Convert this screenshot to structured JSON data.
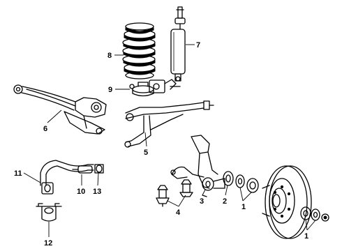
{
  "callouts": {
    "c1a": "1",
    "c1b": "1",
    "c2": "2",
    "c3": "3",
    "c4": "4",
    "c5": "5",
    "c6": "6",
    "c7": "7",
    "c8": "8",
    "c9": "9",
    "c10": "10",
    "c11": "11",
    "c12": "12",
    "c13": "13"
  }
}
